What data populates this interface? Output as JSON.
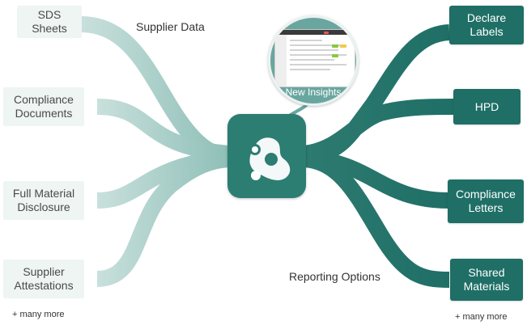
{
  "inputs": {
    "sds": [
      "SDS",
      "Sheets"
    ],
    "compliance_docs": [
      "Compliance",
      "Documents"
    ],
    "full_material": [
      "Full Material",
      "Disclosure"
    ],
    "supplier_attestations": [
      "Supplier",
      "Attestations"
    ],
    "more": "+ many more"
  },
  "outputs": {
    "declare": [
      "Declare",
      "Labels"
    ],
    "hpd": [
      "HPD"
    ],
    "compliance_letters": [
      "Compliance",
      "Letters"
    ],
    "shared_materials": [
      "Shared",
      "Materials"
    ],
    "more": "+ many more"
  },
  "labels": {
    "supplier_data": "Supplier Data",
    "reporting_options": "Reporting Options",
    "new_insights": "New Insights"
  },
  "colors": {
    "hub": "#2c7d72",
    "output_box": "#1f6f66",
    "input_box": "#eef5f3",
    "flow_light": "#a9cdc7",
    "flow_dark": "#1f6f66"
  }
}
